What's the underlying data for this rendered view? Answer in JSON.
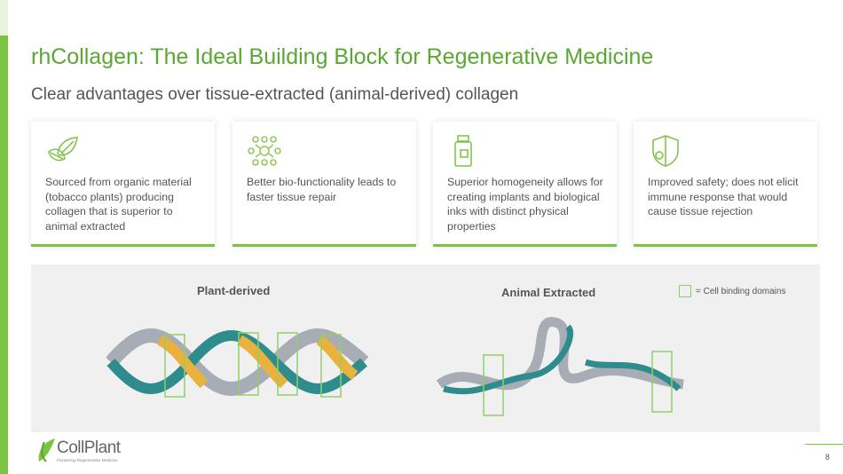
{
  "title": "rhCollagen:  The Ideal Building Block for Regenerative Medicine",
  "subtitle": "Clear advantages over tissue-extracted (animal-derived) collagen",
  "cards": [
    {
      "icon": "leaf-icon",
      "text": "Sourced from organic material (tobacco plants) producing collagen that is superior to animal extracted"
    },
    {
      "icon": "cells-icon",
      "text": "Better bio-functionality leads to faster tissue repair"
    },
    {
      "icon": "bottle-icon",
      "text": "Superior homogeneity allows for creating implants and biological inks with distinct physical properties"
    },
    {
      "icon": "shield-gear-icon",
      "text": "Improved safety; does not elicit immune response that would cause tissue rejection"
    }
  ],
  "panel": {
    "plant_label": "Plant-derived",
    "animal_label": "Animal Extracted",
    "legend": "= Cell binding domains"
  },
  "logo": {
    "name": "CollPlant",
    "tagline": "Pioneering Regenerative Medicine"
  },
  "page_number": "8",
  "colors": {
    "accent": "#5aa832",
    "bar": "#7cc243",
    "panel": "#f0f0f0"
  }
}
